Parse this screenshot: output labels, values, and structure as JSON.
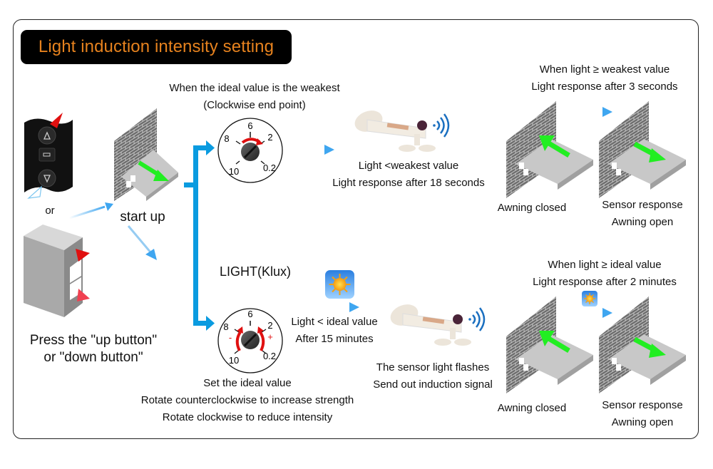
{
  "title": "Light induction intensity setting",
  "colors": {
    "title_bg": "#000000",
    "title_text": "#e6821e",
    "flow_arrow": "#0a9be0",
    "light_arrow": "#3fa6f0",
    "green_arrow": "#22ee22",
    "red_indicator": "#e01010",
    "awning": "#c8c8c8",
    "brick_wall": "#7a7a7a"
  },
  "left": {
    "or_label": "or",
    "press_line1": "Press the \"up button\"",
    "press_line2": "or \"down button\"",
    "remote_icons": {
      "up": "up-triangle",
      "stop": "stop-bar",
      "down": "down-triangle"
    }
  },
  "start_up_label": "start up",
  "light_unit_label": "LIGHT(Klux)",
  "top_branch": {
    "heading_line1": "When the ideal value is the weakest",
    "heading_line2": "(Clockwise end point)",
    "dial": {
      "labels": [
        "6",
        "8",
        "2",
        "10",
        "0.2"
      ],
      "rotation": "clockwise"
    },
    "sensor_caption_line1": "Light <weakest value",
    "sensor_caption_line2": "Light response after 18 seconds",
    "result_heading_line1": "When light ≥ weakest value",
    "result_heading_line2": "Light response after 3 seconds",
    "closed_label": "Awning closed",
    "open_label_line1": "Sensor response",
    "open_label_line2": "Awning open"
  },
  "bottom_branch": {
    "dial": {
      "labels": [
        "6",
        "8",
        "2",
        "10",
        "0.2"
      ],
      "minus": "-",
      "plus": "+"
    },
    "dial_caption_line1": "Set the ideal value",
    "dial_caption_line2": "Rotate counterclockwise to increase strength",
    "dial_caption_line3": "Rotate clockwise to reduce intensity",
    "condition_line1": "Light < ideal value",
    "condition_line2": "After 15 minutes",
    "sensor_caption_line1": "The sensor light flashes",
    "sensor_caption_line2": "Send out induction signal",
    "result_heading_line1": "When light ≥ ideal value",
    "result_heading_line2": "Light response after 2 minutes",
    "closed_label": "Awning closed",
    "open_label_line1": "Sensor response",
    "open_label_line2": "Awning open"
  }
}
